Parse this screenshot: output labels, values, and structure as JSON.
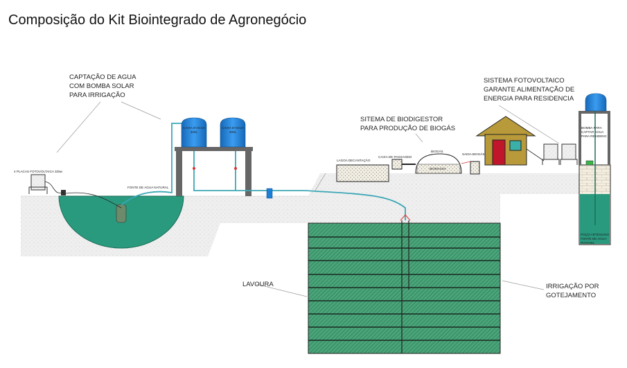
{
  "title": "Composição do Kit Biointegrado de Agronegócio",
  "labels": {
    "captacao": [
      "CAPTAÇÃO DE AGUA",
      "COM BOMBA SOLAR",
      "PARA IRRIGAÇÃO"
    ],
    "fotovoltaico": [
      "SISTEMA FOTOVOLTAICO",
      "GARANTE ALIMENTAÇÃO DE",
      "ENERGIA PARA RESIDENCIA"
    ],
    "biodigestor": [
      "SITEMA DE BIODIGESTOR",
      "PARA PRODUÇÃO DE BIOGÁS"
    ],
    "lavoura": "LAVOURA",
    "irrigacao": [
      "IRRIGAÇÃO POR",
      "GOTEJAMENTO"
    ],
    "placas": "4 PLACAS FOTOVOLTAICA 325w",
    "fonte_natural": "FONTE DE AGUA NATURAL",
    "caixa_agua": [
      "CAIXA D'AGUA",
      "400L"
    ],
    "lagoa": "LAGOA DECANTAÇÃO",
    "caixa_passagem": "CAIXA DE PASSAGEM",
    "biogas": "BIOGÁS",
    "biomassa": "BIOMASSA",
    "saida_biogas": "SAIDA BIOGÁS",
    "bomba_residencia": [
      "BOMBA PARA",
      "CAPTAR AGUA",
      "PARA RESIDENC"
    ],
    "poco": [
      "POÇO ARTESIANO",
      "FONTE DE AGUA",
      "POTAVEL"
    ]
  },
  "colors": {
    "water": "#2a9a7e",
    "tank": "#1e7fd6",
    "field": "#3d9a6e",
    "ground": "#eeeeee",
    "house": "#b89a3a",
    "pipe": "#3aa7b5"
  }
}
